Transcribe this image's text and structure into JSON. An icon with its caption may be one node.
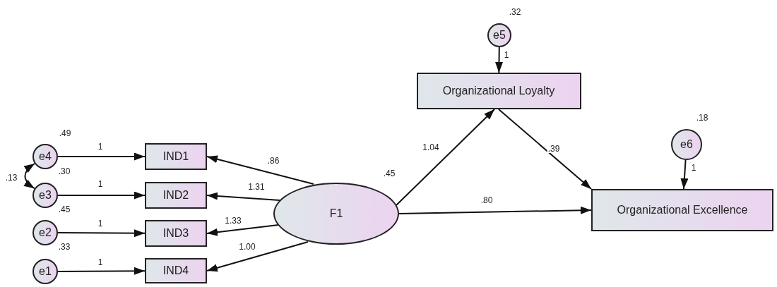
{
  "diagram": {
    "nodes": [
      {
        "text": [
          "e5"
        ],
        "beside": [
          ".32"
        ]
      },
      {
        "text": [
          "Organizational Loyalty"
        ]
      },
      {
        "text": [
          "e6"
        ],
        "beside": [
          ".18"
        ]
      },
      {
        "text": [
          "e4"
        ],
        "beside": [
          ".49"
        ]
      },
      {
        "text": [
          "IND1"
        ]
      },
      {
        "text": [
          "e3"
        ]
      },
      {
        "text": [
          "IND2"
        ]
      },
      {
        "text": [
          "F1"
        ],
        "beside": [
          ".45"
        ]
      },
      {
        "text": [
          "Organizational Excellence"
        ]
      },
      {
        "text": [
          "e2"
        ]
      },
      {
        "text": [
          "IND3"
        ]
      },
      {
        "text": [
          "e1"
        ]
      },
      {
        "text": [
          "IND4"
        ]
      }
    ],
    "edges": [
      {
        "from": 0,
        "to": 1,
        "arrow": "to",
        "label": "1"
      },
      {
        "from": 2,
        "to": 8,
        "arrow": "to",
        "label": "1"
      },
      {
        "from": 3,
        "to": 4,
        "arrow": "to",
        "label": "1"
      },
      {
        "from": 5,
        "to": 6,
        "arrow": "to",
        "label": "1"
      },
      {
        "from": 9,
        "to": 10,
        "arrow": "to",
        "label": "1"
      },
      {
        "from": 11,
        "to": 12,
        "arrow": "to",
        "label": "1"
      },
      {
        "from": 3,
        "to": 5,
        "arrow": "both",
        "label": ".13"
      },
      {
        "from": 7,
        "to": 4,
        "arrow": "to",
        "label": ".86"
      },
      {
        "from": 7,
        "to": 6,
        "arrow": "to",
        "label": "1.31"
      },
      {
        "from": 7,
        "to": 10,
        "arrow": "to",
        "label": "1.33"
      },
      {
        "from": 7,
        "to": 12,
        "arrow": "to",
        "label": "1.00"
      },
      {
        "from": 7,
        "to": 1,
        "arrow": "to",
        "label": "1.04"
      },
      {
        "from": 1,
        "to": 8,
        "arrow": "to",
        "label": ".39"
      },
      {
        "from": 7,
        "to": 8,
        "arrow": "to",
        "label": ".80"
      }
    ],
    "labels": [
      ".30",
      ".45",
      ".33"
    ]
  }
}
